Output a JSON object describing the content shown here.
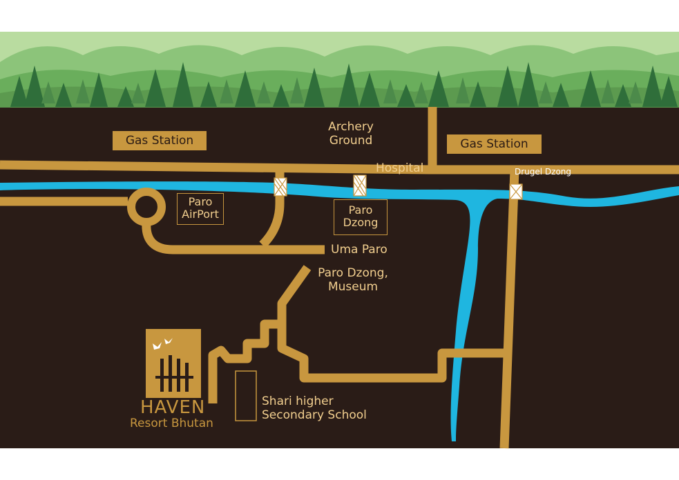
{
  "labels": {
    "gas_station_left": "Gas Station",
    "gas_station_right": "Gas Station",
    "archery_line1": "Archery",
    "archery_line2": "Ground",
    "hospital": "Hospital",
    "drugel": "Drugel Dzong",
    "paro_airport_line1": "Paro",
    "paro_airport_line2": "AirPort",
    "paro_dzong_line1": "Paro",
    "paro_dzong_line2": "Dzong",
    "uma_paro": "Uma Paro",
    "museum_line1": "Paro Dzong,",
    "museum_line2": "Museum",
    "school_line1": "Shari higher",
    "school_line2": "Secondary School",
    "haven_title": "HAVEN",
    "haven_sub": "Resort Bhutan"
  },
  "colors": {
    "ground": "#2a1c17",
    "road": "#c8973f",
    "river": "#1fb6e0",
    "label": "#f2cf8f",
    "sky": "#b9dca0"
  },
  "icons": {
    "birds": "bird-icon",
    "bridge": "bridge-icon",
    "roundabout": "roundabout-icon"
  }
}
